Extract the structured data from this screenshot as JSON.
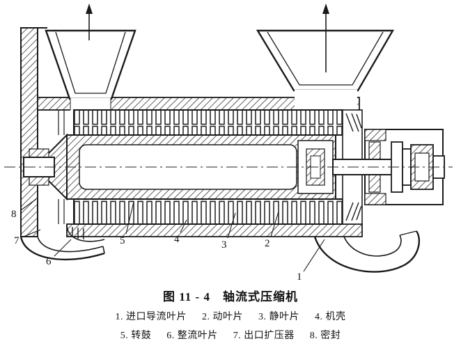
{
  "figure": {
    "title": "图 11 - 4　轴流式压缩机"
  },
  "parts": [
    {
      "num": "1",
      "name": "进口导流叶片",
      "label": "1. 进口导流叶片"
    },
    {
      "num": "2",
      "name": "动叶片",
      "label": "2. 动叶片"
    },
    {
      "num": "3",
      "name": "静叶片",
      "label": "3. 静叶片"
    },
    {
      "num": "4",
      "name": "机壳",
      "label": "4. 机壳"
    },
    {
      "num": "5",
      "name": "转鼓",
      "label": "5. 转鼓"
    },
    {
      "num": "6",
      "name": "整流叶片",
      "label": "6. 整流叶片"
    },
    {
      "num": "7",
      "name": "出口扩压器",
      "label": "7. 出口扩压器"
    },
    {
      "num": "8",
      "name": "密封",
      "label": "8. 密封"
    }
  ]
}
